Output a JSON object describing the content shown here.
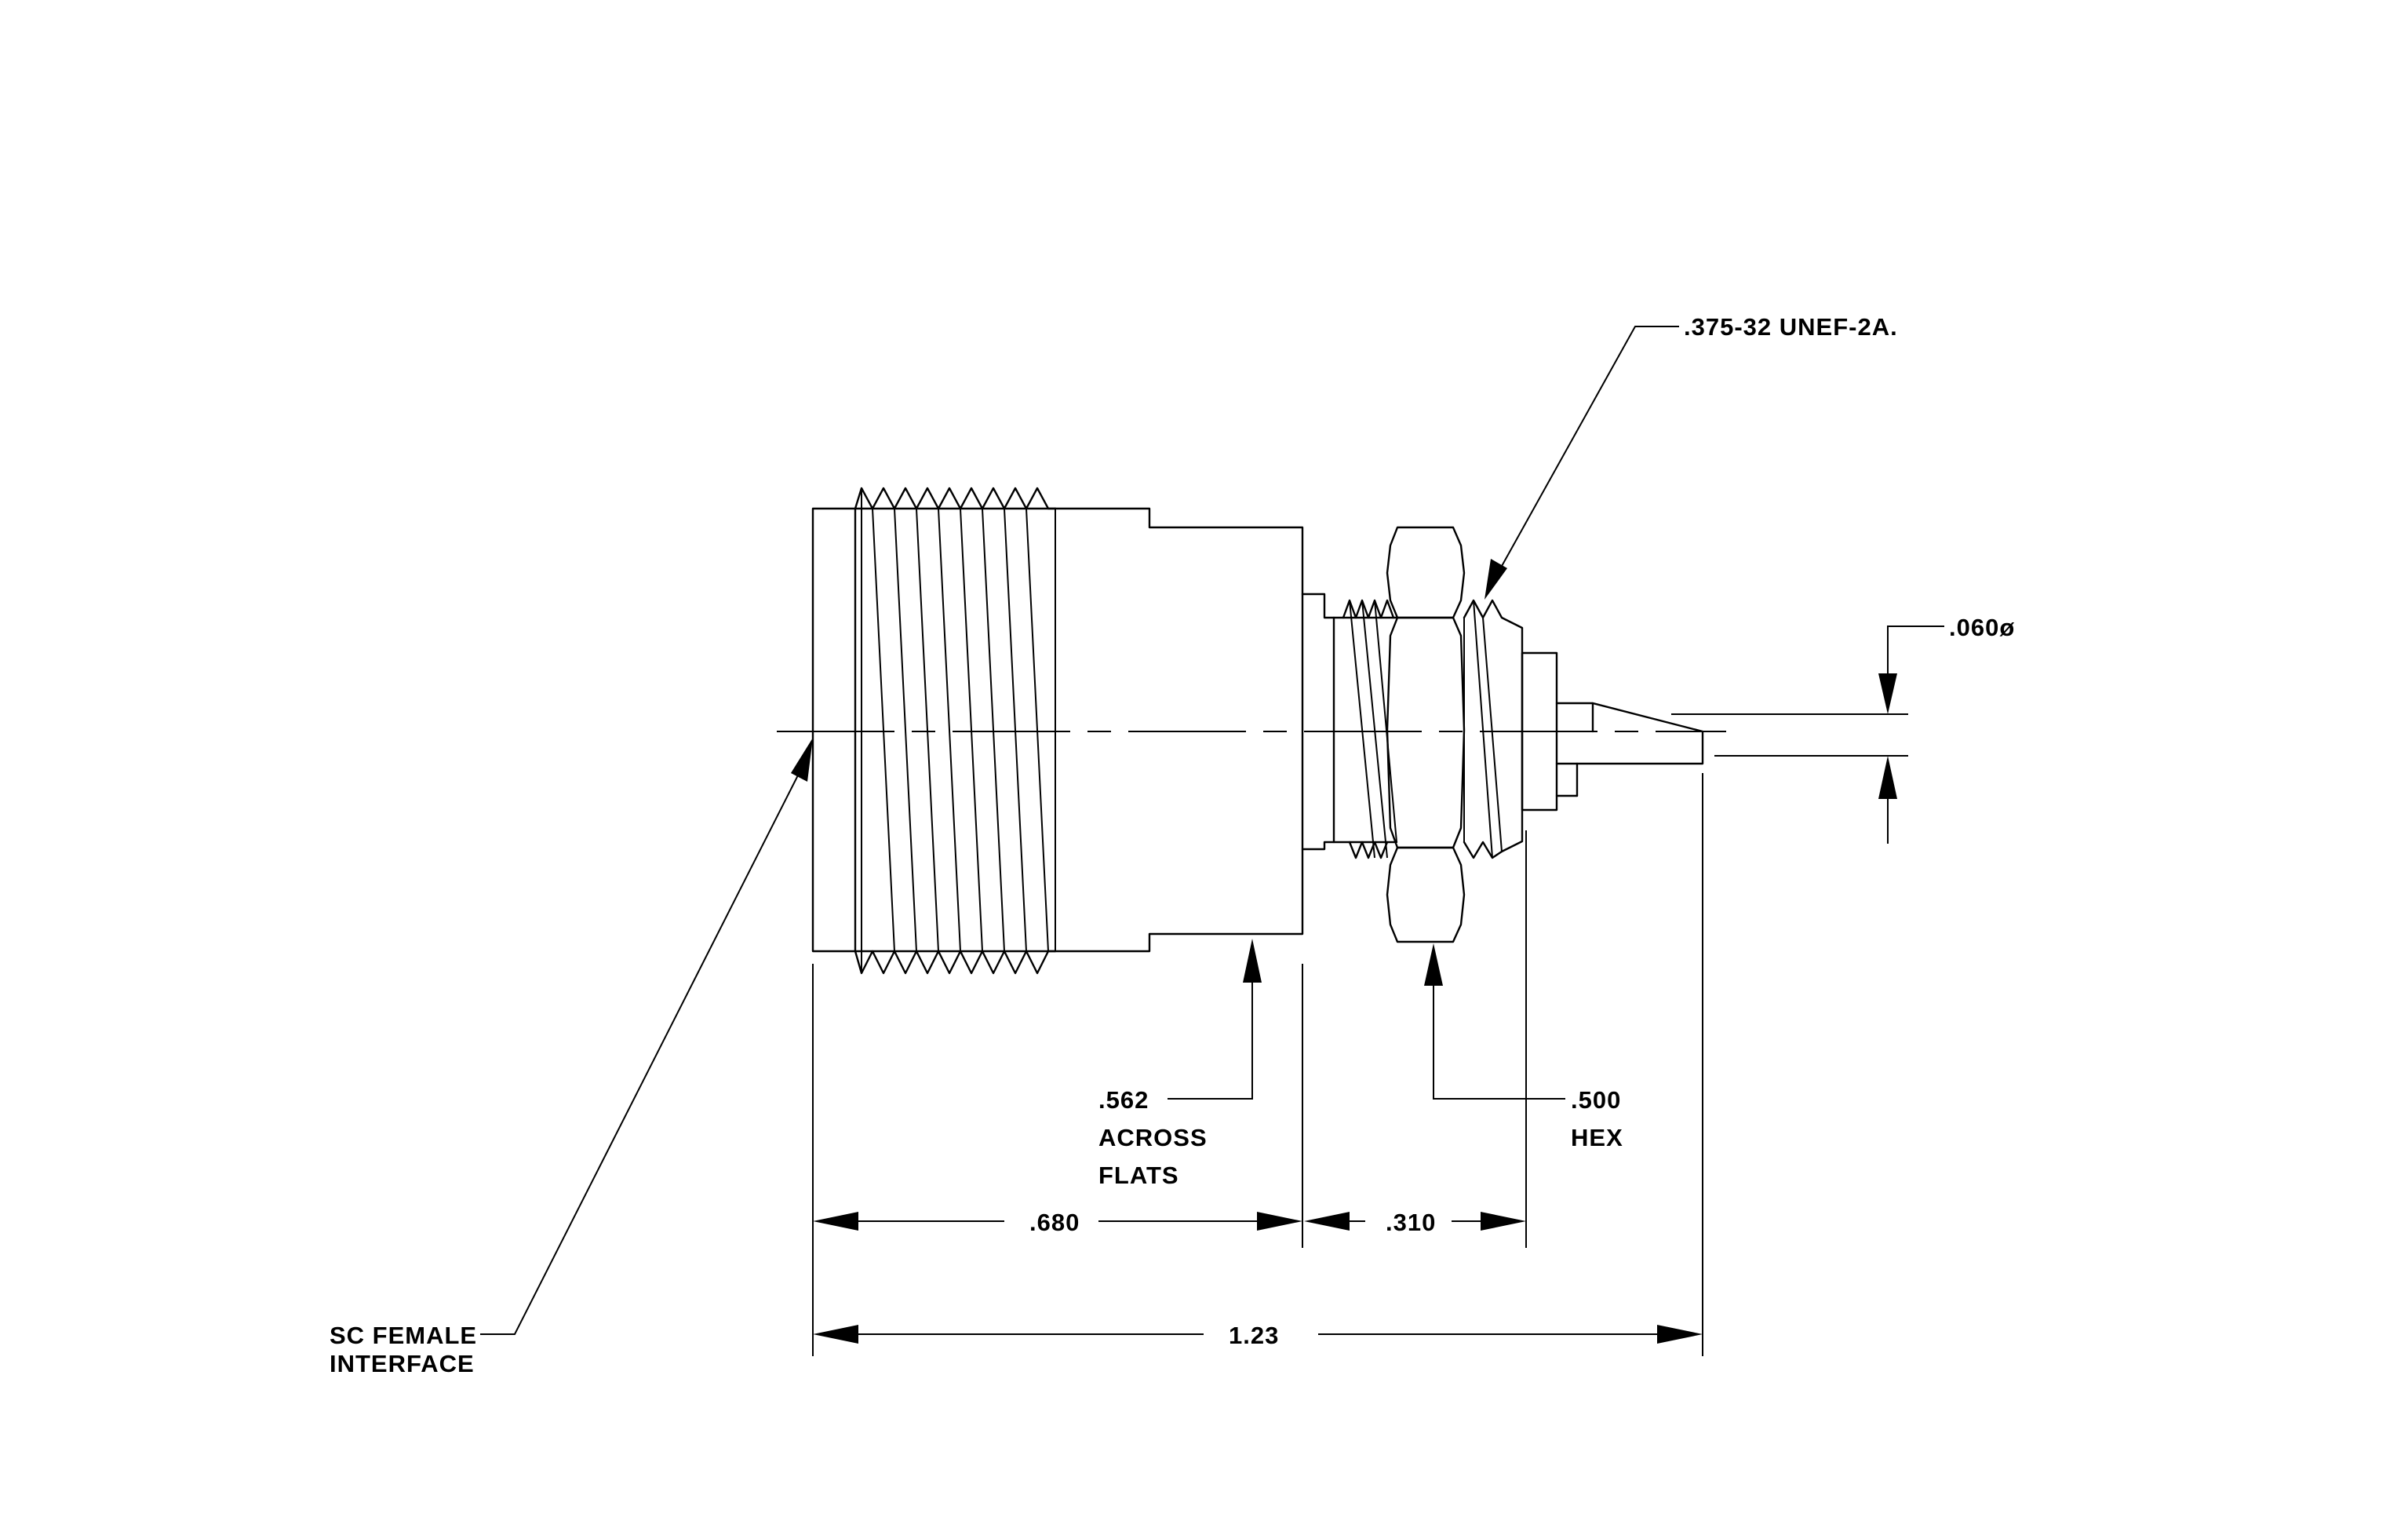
{
  "labels": {
    "thread_spec": ".375-32 UNEF-2A.",
    "pin_diameter": ".060ø",
    "across_flats_value": ".562",
    "across_flats_line2": "ACROSS",
    "across_flats_line3": "FLATS",
    "hex_value": ".500",
    "hex_label": "HEX",
    "dim_body_length": ".680",
    "dim_rear_length": ".310",
    "dim_overall_length": "1.23",
    "interface_line1": "SC FEMALE",
    "interface_line2": "INTERFACE"
  }
}
